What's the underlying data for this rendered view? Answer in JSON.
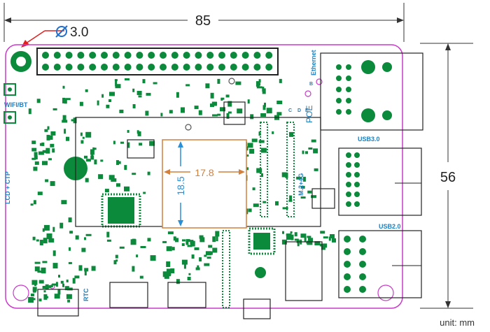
{
  "dimensions": {
    "width": "85",
    "height": "56",
    "hole_diameter": "3.0",
    "chip_width": "17.8",
    "chip_height": "18.5",
    "unit_label": "unit: mm"
  },
  "labels": {
    "ethernet": "Ethernet",
    "usb3": "USB3.0",
    "usb2": "USB2.0",
    "poe": "POE",
    "m2": "M.2+4G",
    "wifi": "WIFI/BT",
    "lcd": "LCD + CTP",
    "rtc": "RTC",
    "b": "B",
    "c": "C",
    "d": "D",
    "e": "E"
  },
  "colors": {
    "board_outline": "#c83cc8",
    "component": "#0c8a3c",
    "dimension_line": "#333333",
    "chip_box": "#d2803c",
    "chip_dim": "#2a8fd6",
    "label_blue": "#1f7fbf",
    "arrow_red": "#e02020",
    "hole_symbol": "#1f6fd0"
  }
}
